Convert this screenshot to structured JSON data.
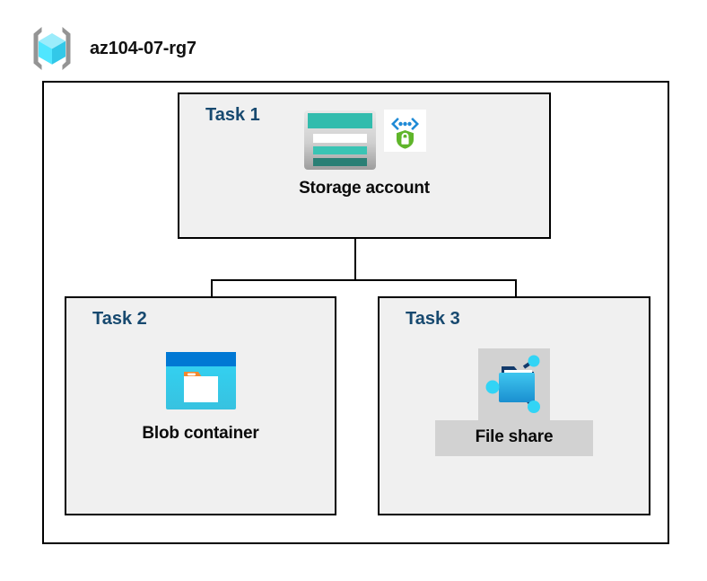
{
  "diagram": {
    "title": "Azure resource group architecture diagram",
    "resource_group": {
      "name": "az104-07-rg7",
      "icon": "resource-group-icon"
    },
    "tasks": [
      {
        "id": "task-1",
        "label": "Task 1",
        "node_caption": "Storage account",
        "icons": [
          "storage-account-icon",
          "secure-endpoint-shield-icon"
        ],
        "highlighted": false
      },
      {
        "id": "task-2",
        "label": "Task 2",
        "node_caption": "Blob container",
        "icons": [
          "blob-container-icon"
        ],
        "highlighted": false
      },
      {
        "id": "task-3",
        "label": "Task 3",
        "node_caption": "File share",
        "icons": [
          "file-share-icon"
        ],
        "highlighted": true
      }
    ],
    "connections": [
      {
        "from": "Storage account",
        "to": "Blob container"
      },
      {
        "from": "Storage account",
        "to": "File share"
      }
    ],
    "colors": {
      "task_label": "#17496f",
      "task_box_fill": "#f0f0f0",
      "boundary_stroke": "#000000",
      "highlight_fill": "#d2d2d2",
      "storage_teal": "#32bcad",
      "storage_teal_dark": "#2a7f75",
      "blob_blue": "#0078d4",
      "blob_cyan": "#32d4f5",
      "blob_tab_orange": "#f2892f",
      "shield_green": "#5fb52a",
      "cube_cyan": "#50e6ff",
      "bracket_gray": "#949494"
    }
  }
}
